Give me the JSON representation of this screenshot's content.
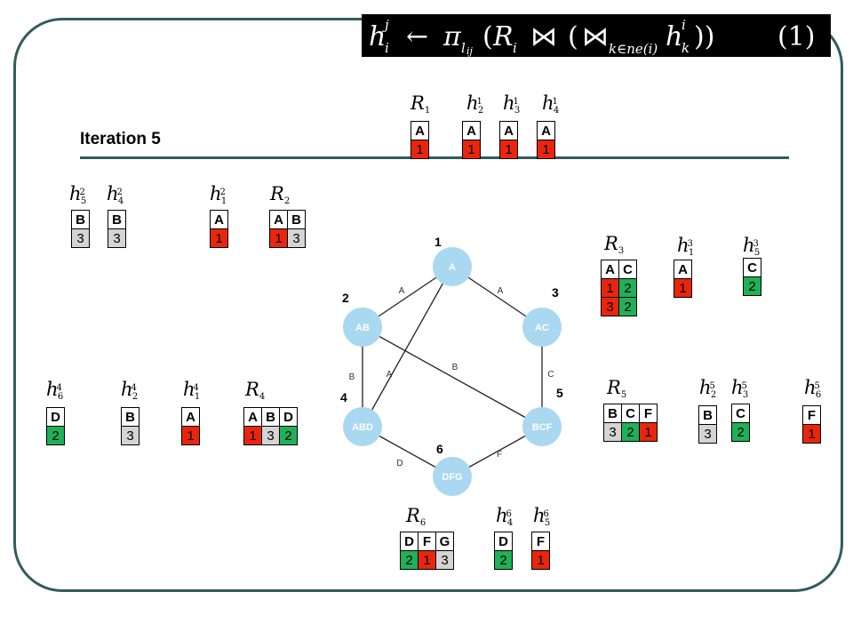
{
  "title": "Iteration 5",
  "formula": {
    "h": "h",
    "i_sub": "i",
    "j_sup": "j",
    "arrow": "←",
    "pi": "π",
    "lij": "l",
    "lij2": "ij",
    "R": "R",
    "Ri_sub": "i",
    "join": "⋈",
    "join2": "⋈",
    "knei": "k∈ne(i)",
    "h2": "h",
    "k_sub": "k",
    "i_sup": "i",
    "paren_open": "(",
    "paren_close": ")",
    "paren_open2": "(",
    "paren_close2": "))",
    "eqnum": "(1)"
  },
  "graph": {
    "nodes": [
      {
        "id": "n1",
        "label": "A",
        "number": "1"
      },
      {
        "id": "n2",
        "label": "AB",
        "number": "2"
      },
      {
        "id": "n3",
        "label": "AC",
        "number": "3"
      },
      {
        "id": "n4",
        "label": "ABD",
        "number": "4"
      },
      {
        "id": "n5",
        "label": "BCF",
        "number": "5"
      },
      {
        "id": "n6",
        "label": "DFG",
        "number": "6"
      }
    ],
    "edges": [
      {
        "from": "n1",
        "to": "n2",
        "label": "A"
      },
      {
        "from": "n1",
        "to": "n3",
        "label": "A"
      },
      {
        "from": "n2",
        "to": "n4",
        "label": "B"
      },
      {
        "from": "n1",
        "to": "n4",
        "label": "A"
      },
      {
        "from": "n2",
        "to": "n5",
        "label": "B"
      },
      {
        "from": "n3",
        "to": "n5",
        "label": "C"
      },
      {
        "from": "n4",
        "to": "n6",
        "label": "D"
      },
      {
        "from": "n5",
        "to": "n6",
        "label": "F"
      }
    ],
    "node_color": "#a9d8f0"
  },
  "labels": {
    "r1": {
      "base": "R",
      "sub": "1"
    },
    "h21": {
      "base": "h",
      "sub": "2",
      "sup": "1"
    },
    "h31": {
      "base": "h",
      "sub": "3",
      "sup": "1"
    },
    "h41": {
      "base": "h",
      "sub": "4",
      "sup": "1"
    },
    "h52": {
      "base": "h",
      "sub": "5",
      "sup": "2"
    },
    "h42": {
      "base": "h",
      "sub": "4",
      "sup": "2"
    },
    "h12": {
      "base": "h",
      "sub": "1",
      "sup": "2"
    },
    "r2": {
      "base": "R",
      "sub": "2"
    },
    "r3": {
      "base": "R",
      "sub": "3"
    },
    "h13": {
      "base": "h",
      "sub": "1",
      "sup": "3"
    },
    "h53": {
      "base": "h",
      "sub": "5",
      "sup": "3"
    },
    "h64": {
      "base": "h",
      "sub": "6",
      "sup": "4"
    },
    "h24": {
      "base": "h",
      "sub": "2",
      "sup": "4"
    },
    "h14": {
      "base": "h",
      "sub": "1",
      "sup": "4"
    },
    "r4": {
      "base": "R",
      "sub": "4"
    },
    "r5": {
      "base": "R",
      "sub": "5"
    },
    "h25": {
      "base": "h",
      "sub": "2",
      "sup": "5"
    },
    "h35": {
      "base": "h",
      "sub": "3",
      "sup": "5"
    },
    "h65": {
      "base": "h",
      "sub": "6",
      "sup": "5"
    },
    "r6": {
      "base": "R",
      "sub": "6"
    },
    "h46": {
      "base": "h",
      "sub": "4",
      "sup": "6"
    },
    "h56": {
      "base": "h",
      "sub": "5",
      "sup": "6"
    }
  },
  "tables": {
    "r1": {
      "cols": [
        "A"
      ],
      "rows": [
        [
          "1"
        ]
      ]
    },
    "h21": {
      "cols": [
        "A"
      ],
      "rows": [
        [
          "1"
        ]
      ]
    },
    "h31": {
      "cols": [
        "A"
      ],
      "rows": [
        [
          "1"
        ]
      ]
    },
    "h41": {
      "cols": [
        "A"
      ],
      "rows": [
        [
          "1"
        ]
      ]
    },
    "h52": {
      "cols": [
        "B"
      ],
      "rows": [
        [
          "3"
        ]
      ]
    },
    "h42": {
      "cols": [
        "B"
      ],
      "rows": [
        [
          "3"
        ]
      ]
    },
    "h12": {
      "cols": [
        "A"
      ],
      "rows": [
        [
          "1"
        ]
      ]
    },
    "r2": {
      "cols": [
        "A",
        "B"
      ],
      "rows": [
        [
          "1",
          "3"
        ]
      ]
    },
    "r3": {
      "cols": [
        "A",
        "C"
      ],
      "rows": [
        [
          "1",
          "2"
        ],
        [
          "3",
          "2"
        ]
      ]
    },
    "h13": {
      "cols": [
        "A"
      ],
      "rows": [
        [
          "1"
        ]
      ]
    },
    "h53": {
      "cols": [
        "C"
      ],
      "rows": [
        [
          "2"
        ]
      ]
    },
    "h64": {
      "cols": [
        "D"
      ],
      "rows": [
        [
          "2"
        ]
      ]
    },
    "h24": {
      "cols": [
        "B"
      ],
      "rows": [
        [
          "3"
        ]
      ]
    },
    "h14": {
      "cols": [
        "A"
      ],
      "rows": [
        [
          "1"
        ]
      ]
    },
    "r4": {
      "cols": [
        "A",
        "B",
        "D"
      ],
      "rows": [
        [
          "1",
          "3",
          "2"
        ]
      ]
    },
    "r5": {
      "cols": [
        "B",
        "C",
        "F"
      ],
      "rows": [
        [
          "3",
          "2",
          "1"
        ]
      ]
    },
    "h25": {
      "cols": [
        "B"
      ],
      "rows": [
        [
          "3"
        ]
      ]
    },
    "h35": {
      "cols": [
        "C"
      ],
      "rows": [
        [
          "2"
        ]
      ]
    },
    "h65": {
      "cols": [
        "F"
      ],
      "rows": [
        [
          "1"
        ]
      ]
    },
    "r6": {
      "cols": [
        "D",
        "F",
        "G"
      ],
      "rows": [
        [
          "2",
          "1",
          "3"
        ]
      ]
    },
    "h46": {
      "cols": [
        "D"
      ],
      "rows": [
        [
          "2"
        ]
      ]
    },
    "h56": {
      "cols": [
        "F"
      ],
      "rows": [
        [
          "1"
        ]
      ]
    }
  },
  "colors": {
    "A": "#e9260c",
    "B": "#d4d4d4",
    "C": "#1fb158",
    "D": "#1fb158",
    "F": "#e9260c",
    "G": "#d4d4d4",
    "frame": "#2f5d5d"
  }
}
